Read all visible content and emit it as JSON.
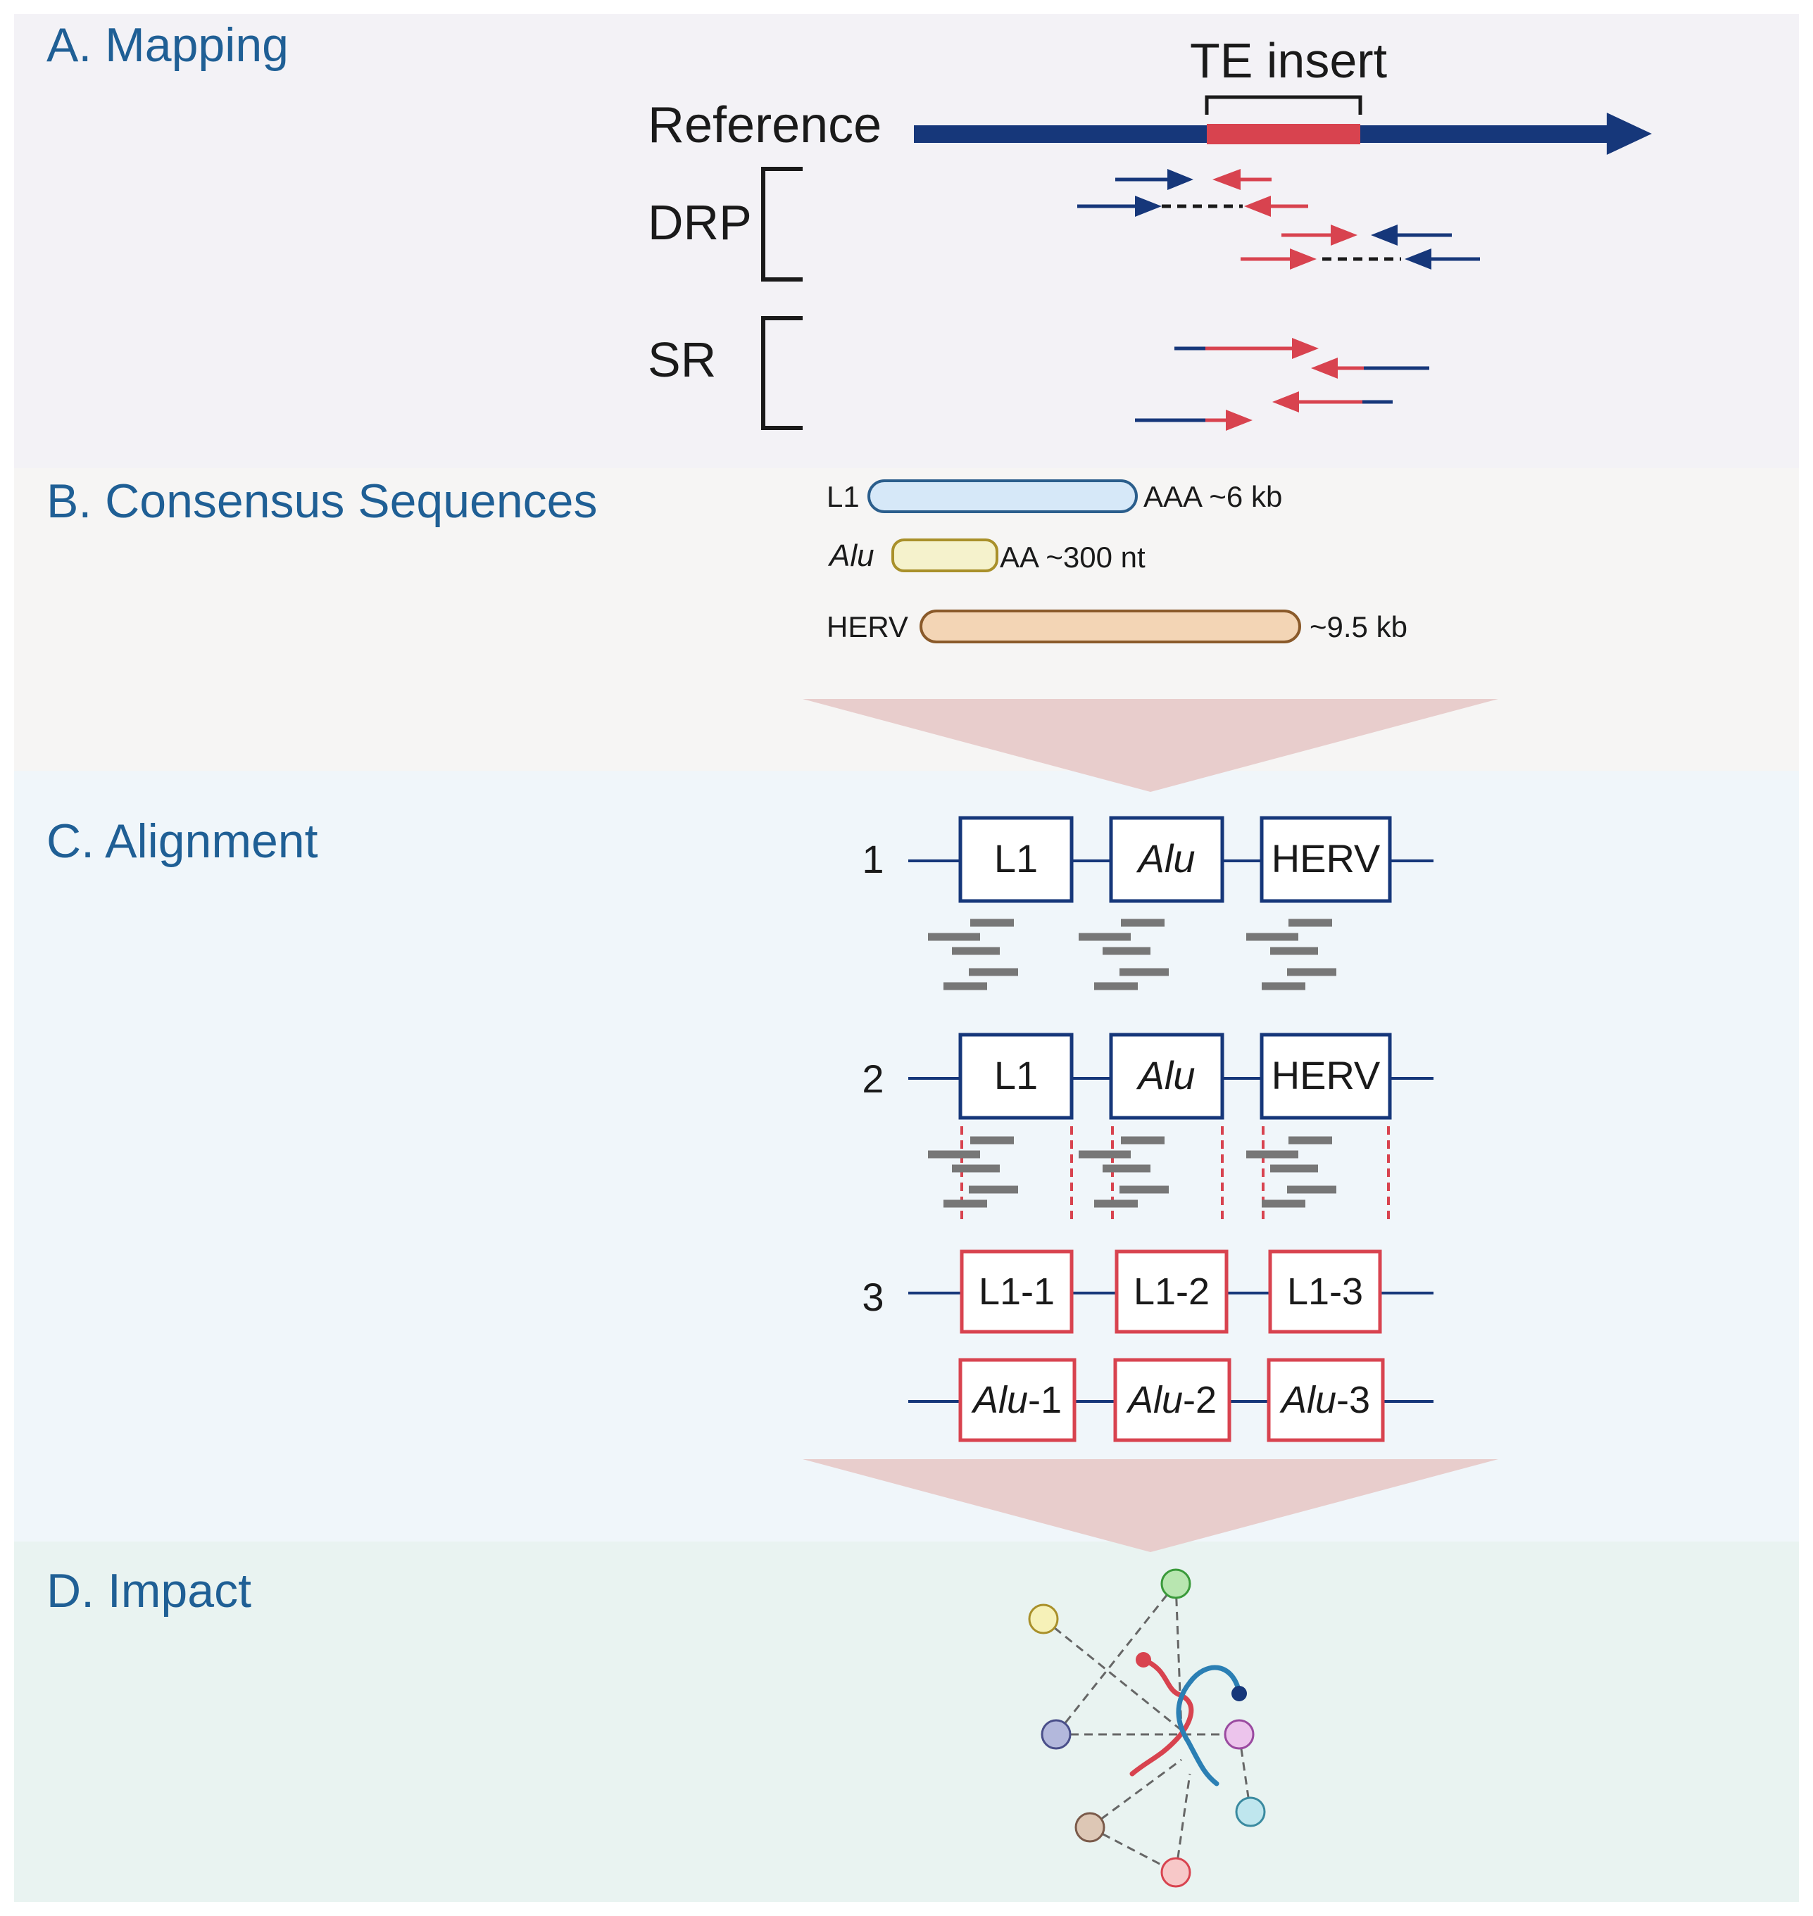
{
  "sections": {
    "a": {
      "title": "A. Mapping",
      "te_insert": "TE insert",
      "reference": "Reference",
      "drp": "DRP",
      "sr": "SR"
    },
    "b": {
      "title": "B. Consensus Sequences",
      "items": [
        {
          "name": "L1",
          "suffix": "AAA ~6 kb",
          "fill": "#d6e8f8",
          "stroke": "#2b5e8c"
        },
        {
          "name": "Alu",
          "suffix": "AA ~300 nt",
          "fill": "#f5f2cc",
          "stroke": "#a9902a"
        },
        {
          "name": "HERV",
          "suffix": "~9.5 kb",
          "fill": "#f3d5b5",
          "stroke": "#8a5a2a"
        }
      ]
    },
    "c": {
      "title": "C. Alignment",
      "rows": [
        {
          "num": "1",
          "boxes": [
            "L1",
            "Alu",
            "HERV"
          ]
        },
        {
          "num": "2",
          "boxes": [
            "L1",
            "Alu",
            "HERV"
          ]
        },
        {
          "num": "3",
          "boxes": [
            "L1-1",
            "L1-2",
            "L1-3"
          ]
        },
        {
          "num": "",
          "boxes": [
            "Alu",
            "Alu",
            "Alu"
          ],
          "suffixes": [
            "-1",
            "-2",
            "-3"
          ]
        }
      ]
    },
    "d": {
      "title": "D. Impact"
    }
  },
  "colors": {
    "navy": "#16377a",
    "red": "#d8434f",
    "gray": "#777777",
    "bg_a": "#f3f2f6",
    "bg_b": "#f6f5f4",
    "bg_c": "#f0f6fa",
    "bg_d": "#e9f3f1",
    "funnel": "#e8cdcc"
  },
  "network_colors": [
    "#b8e6b0",
    "#f6f1b8",
    "#b3b8dc",
    "#ecc4ec",
    "#bfe6ee",
    "#ddc7b5",
    "#f7c8c8"
  ]
}
